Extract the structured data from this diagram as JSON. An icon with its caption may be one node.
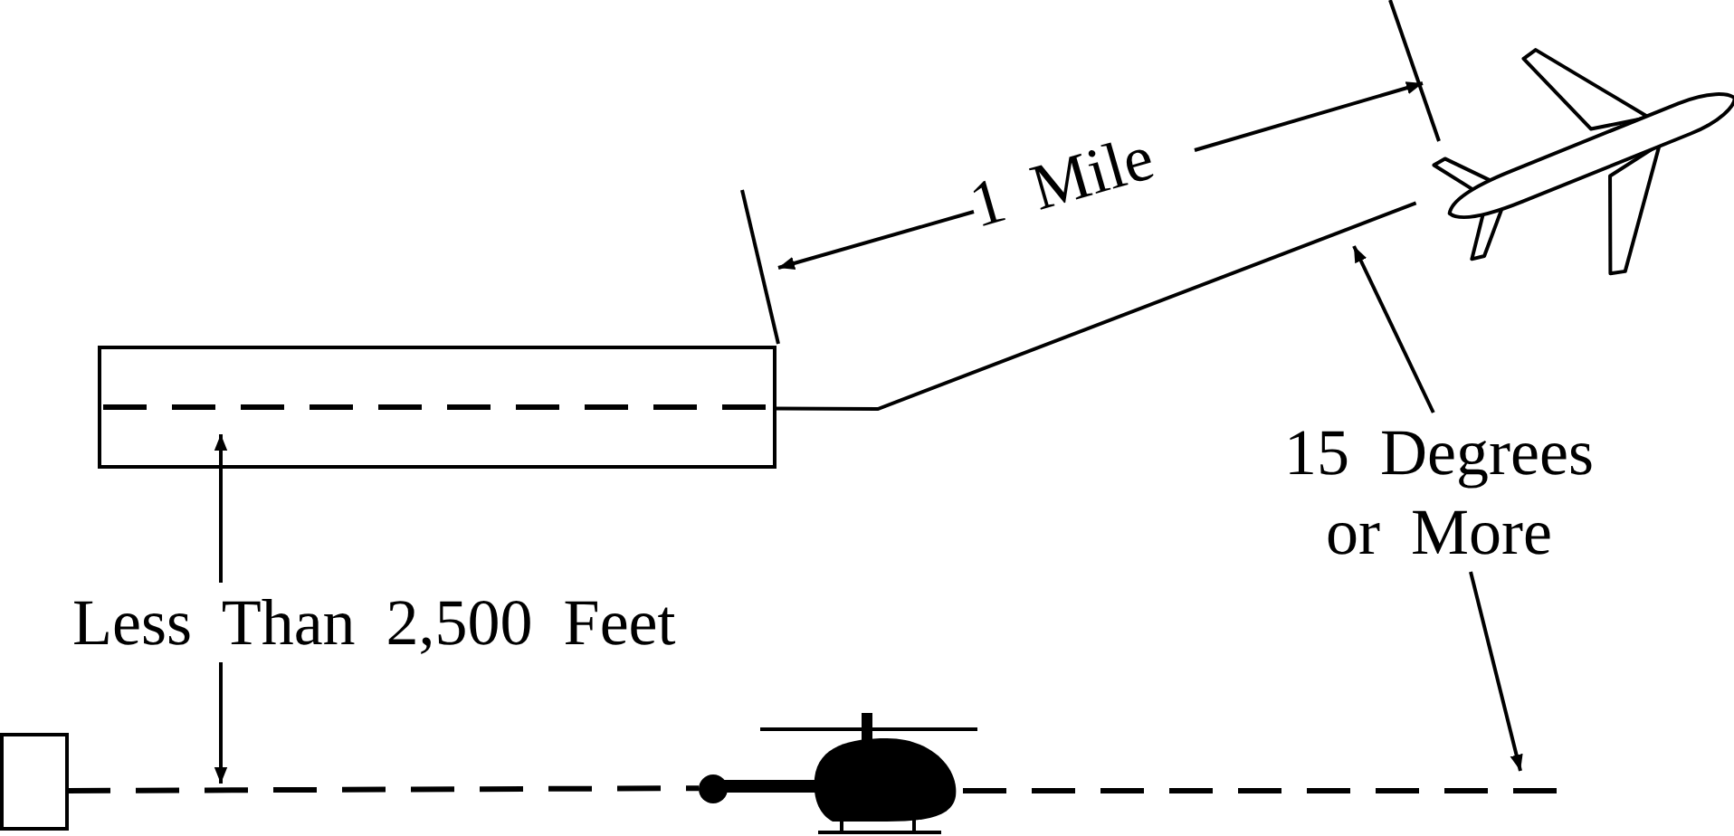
{
  "diagram": {
    "nodes": [
      {
        "text": [],
        "shape": "picture"
      },
      {
        "text": [],
        "shape": "box"
      },
      {
        "text": [
          "15 Degrees or More"
        ]
      },
      {
        "text": [],
        "shape": "box"
      },
      {
        "text": [],
        "shape": "picture"
      }
    ],
    "edges": [
      {
        "from": 1,
        "to": 0,
        "arrow": "none"
      },
      {
        "from": 2,
        "to": null,
        "arrow": "to"
      },
      {
        "from": 2,
        "to": null,
        "arrow": "to"
      },
      {
        "from": 3,
        "to": 4,
        "arrow": "none",
        "style": "dashed"
      },
      {
        "from": 4,
        "to": null,
        "arrow": "none",
        "style": "dashed"
      }
    ],
    "labels": [
      "1 Mile",
      "Less Than 2,500 Feet"
    ]
  }
}
